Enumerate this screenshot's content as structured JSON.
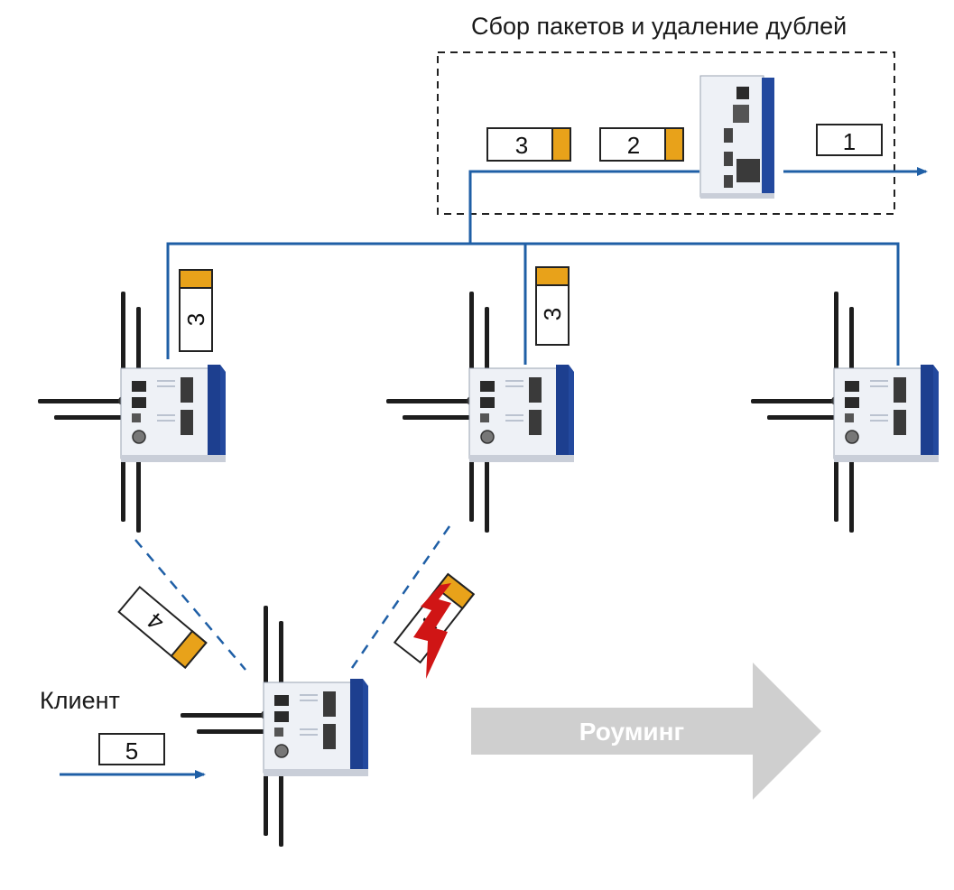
{
  "diagram": {
    "title": "Сбор пакетов и удаление дублей",
    "client_label": "Клиент",
    "roaming_label": "Роуминг",
    "packets": {
      "out": "1",
      "queue_a": "2",
      "queue_b": "3",
      "up_left": "3",
      "up_mid": "3",
      "client_to_left": "4",
      "client_to_mid": "4",
      "client_in": "5"
    },
    "colors": {
      "link": "#1f5fa6",
      "packet_tag": "#e8a21a",
      "device_blue": "#1d3f8f",
      "interference": "#d01515",
      "roaming_arrow": "#cfcfcf"
    },
    "icons": [
      "switch-icon",
      "access-point-icon",
      "client-device-icon",
      "interference-icon"
    ]
  }
}
